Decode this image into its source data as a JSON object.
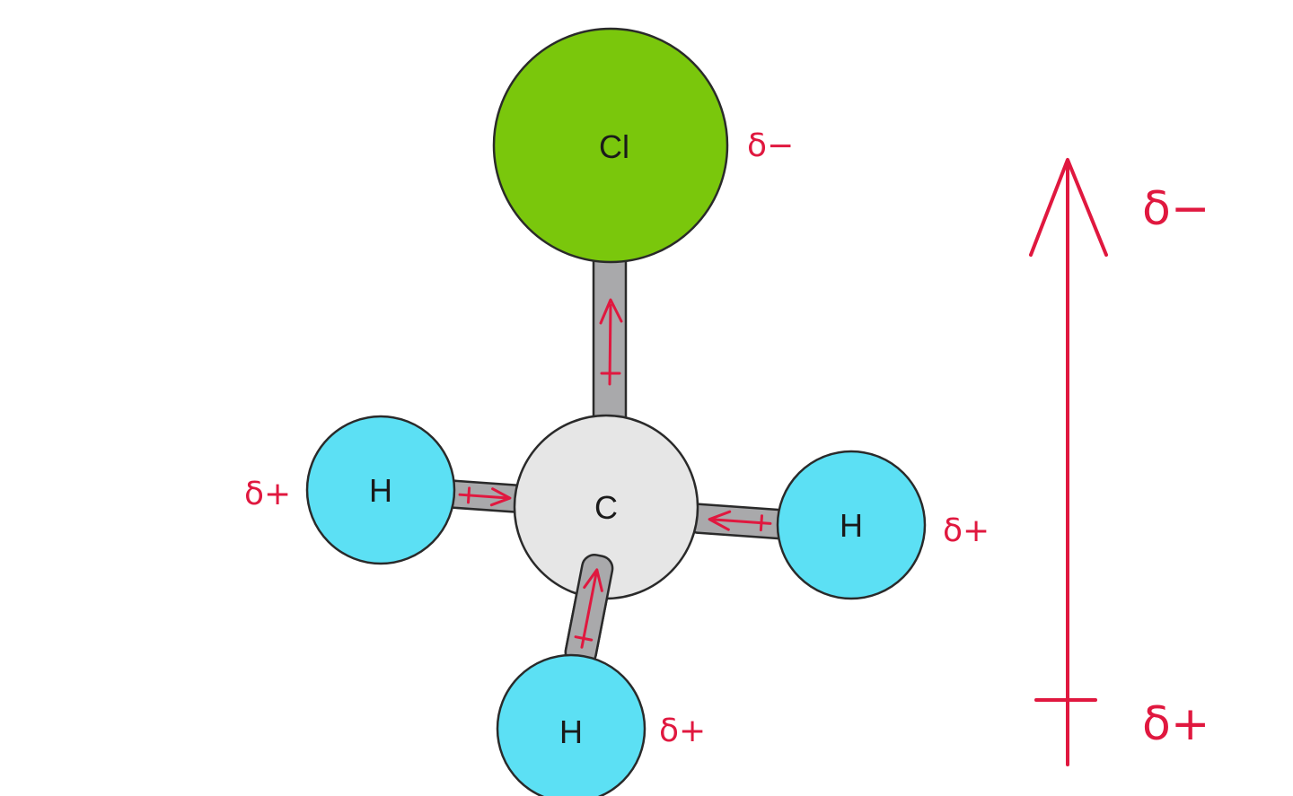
{
  "colors": {
    "chlorine": "#7ac70c",
    "carbon": "#e6e6e6",
    "hydrogen": "#5ce0f4",
    "bond": "#a9a9ab",
    "dipole": "#e0183f"
  },
  "atoms": {
    "chlorine": {
      "label": "Cl",
      "charge": "δ−"
    },
    "carbon": {
      "label": "C"
    },
    "hydrogen_left": {
      "label": "H",
      "charge": "δ+"
    },
    "hydrogen_right": {
      "label": "H",
      "charge": "δ+"
    },
    "hydrogen_bottom": {
      "label": "H",
      "charge": "δ+"
    }
  },
  "molecule_dipole": {
    "negative_end": "δ−",
    "positive_end": "δ+"
  }
}
